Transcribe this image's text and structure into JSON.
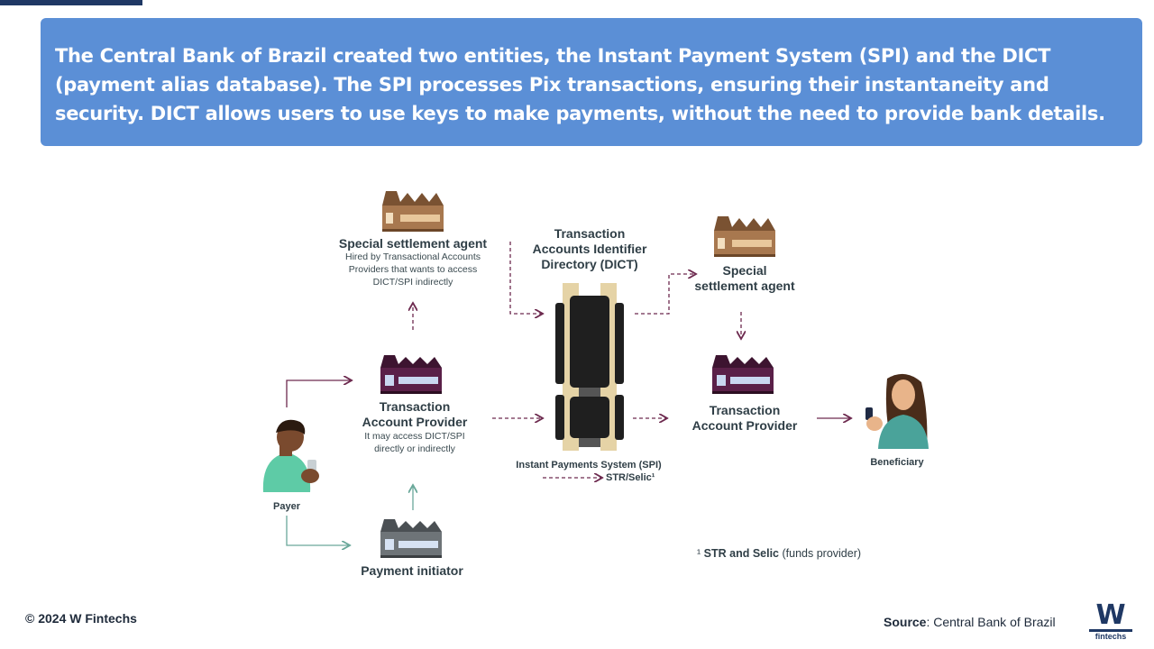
{
  "banner": {
    "text": "The Central Bank of Brazil created two entities, the Instant Payment System (SPI) and the DICT (payment alias database). The SPI processes Pix transactions, ensuring their instantaneity and security. DICT allows users to use keys to make payments, without the need to provide bank details."
  },
  "diagram": {
    "settlement_agent_left": {
      "title": "Special settlement agent",
      "description": [
        "Hired by Transactional Accounts",
        "Providers that wants to access",
        "DICT/SPI indirectly"
      ]
    },
    "dict": {
      "title": [
        "Transaction",
        "Accounts Identifier",
        "Directory (DICT)"
      ]
    },
    "settlement_agent_right": {
      "title": [
        "Special",
        "settlement agent"
      ]
    },
    "provider_left": {
      "title": [
        "Transaction",
        "Account Provider"
      ],
      "description": [
        "It may access DICT/SPI",
        "directly or indirectly"
      ]
    },
    "provider_right": {
      "title": [
        "Transaction",
        "Account Provider"
      ]
    },
    "payer": "Payer",
    "beneficiary": "Beneficiary",
    "payment_initiator": "Payment initiator",
    "spi": {
      "title": "Instant Payments System (SPI)",
      "str_selic": "STR/Selic¹"
    },
    "footnote": {
      "marker": "¹",
      "bold": "STR and Selic",
      "rest": " (funds provider)"
    }
  },
  "footer": {
    "copyright": "© 2024 W Fintechs",
    "source_label": "Source",
    "source_value": ": Central Bank of Brazil",
    "logo_letter": "W",
    "logo_text": "fintechs"
  },
  "icons": [
    "building-icon",
    "server-icon",
    "person-icon",
    "arrow-icon"
  ],
  "colors": {
    "banner": "#5b8fd6",
    "arrow_purple": "#6d2a4f",
    "arrow_teal": "#6aa89a",
    "building_brown": "#a8784f",
    "building_purple": "#5a2048",
    "building_gray": "#6e7478",
    "server_dark": "#1f1f1f",
    "server_frame": "#e5d3a6"
  }
}
